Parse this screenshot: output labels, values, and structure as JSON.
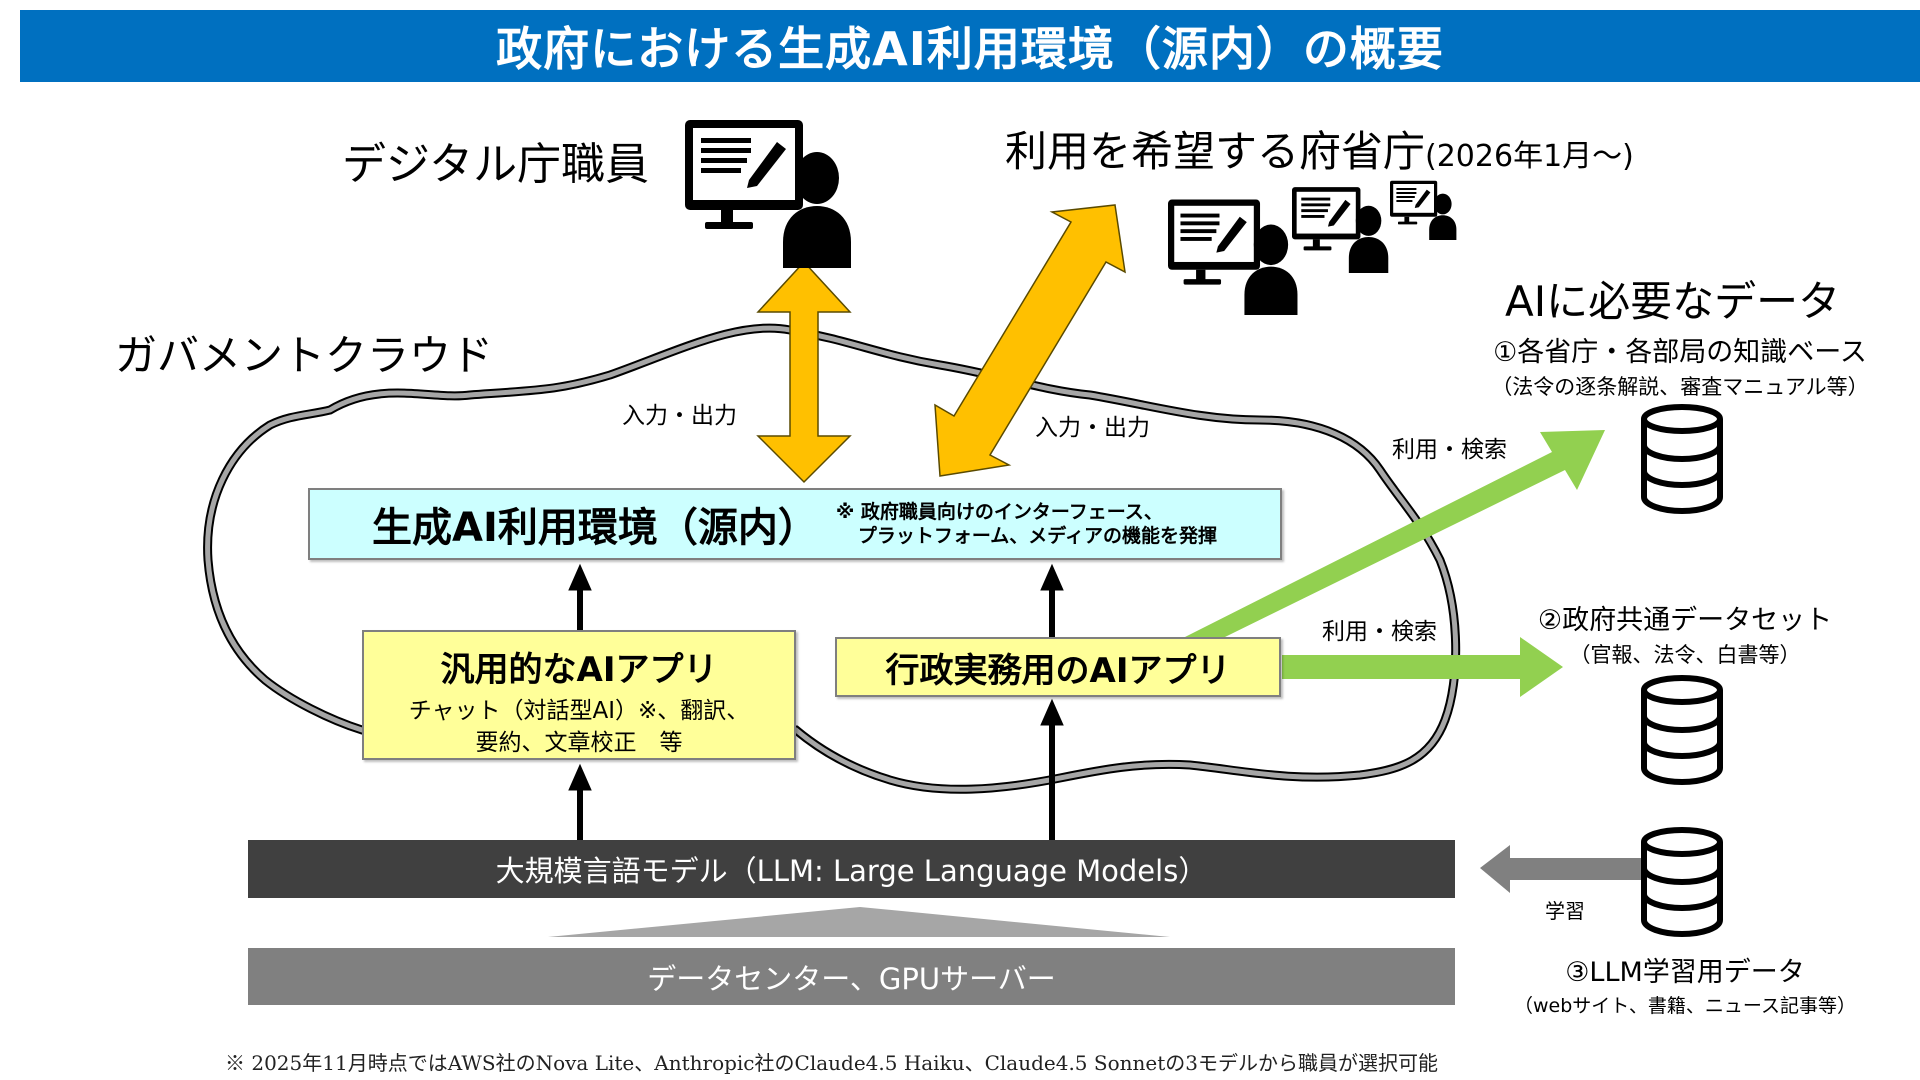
{
  "title": "政府における生成AI利用環境（源内）の概要",
  "colors": {
    "title_bar": "#0070C0",
    "genai_box": "#CCFFFF",
    "app_box": "#FFFF99",
    "io_arrow": "#FFC000",
    "search_arrow": "#92D050",
    "llm_bar": "#404040",
    "datacenter_bar": "#808080",
    "train_arrow": "#808080",
    "cloud_outline": "#A6A6A6"
  },
  "users": {
    "digital_agency": "デジタル庁職員",
    "ministries": "利用を希望する府省庁",
    "ministries_note": "(2026年1月～)"
  },
  "cloud": {
    "label": "ガバメントクラウド",
    "io_label_left": "入力・出力",
    "io_label_right": "入力・出力"
  },
  "genai_env": {
    "title": "生成AI利用環境（源内）",
    "note_line1": "※ 政府職員向けのインターフェース、",
    "note_line2": "プラットフォーム、メディアの機能を発揮"
  },
  "apps": {
    "general": {
      "title": "汎用的なAIアプリ",
      "desc_line1": "チャット（対話型AI）※、翻訳、",
      "desc_line2": "要約、文章校正　等"
    },
    "admin": {
      "title": "行政実務用のAIアプリ"
    }
  },
  "llm": {
    "label": "大規模言語モデル（LLM:  Large Language Models）"
  },
  "datacenter": {
    "label": "データセンター、GPUサーバー"
  },
  "data_section": {
    "title": "AIに必要なデータ",
    "search_label_1": "利用・検索",
    "search_label_2": "利用・検索",
    "train_label": "学習",
    "items": [
      {
        "title": "①各省庁・各部局の知識ベース",
        "sub": "（法令の逐条解説、審査マニュアル等）",
        "icon": "database-icon"
      },
      {
        "title": "②政府共通データセット",
        "sub": "（官報、法令、白書等）",
        "icon": "database-icon"
      },
      {
        "title": "③LLM学習用データ",
        "sub": "（webサイト、書籍、ニュース記事等）",
        "icon": "database-icon"
      }
    ]
  },
  "footnote": "※  2025年11月時点ではAWS社のNova Lite、Anthropic社のClaude4.5 Haiku、Claude4.5 Sonnetの3モデルから職員が選択可能"
}
